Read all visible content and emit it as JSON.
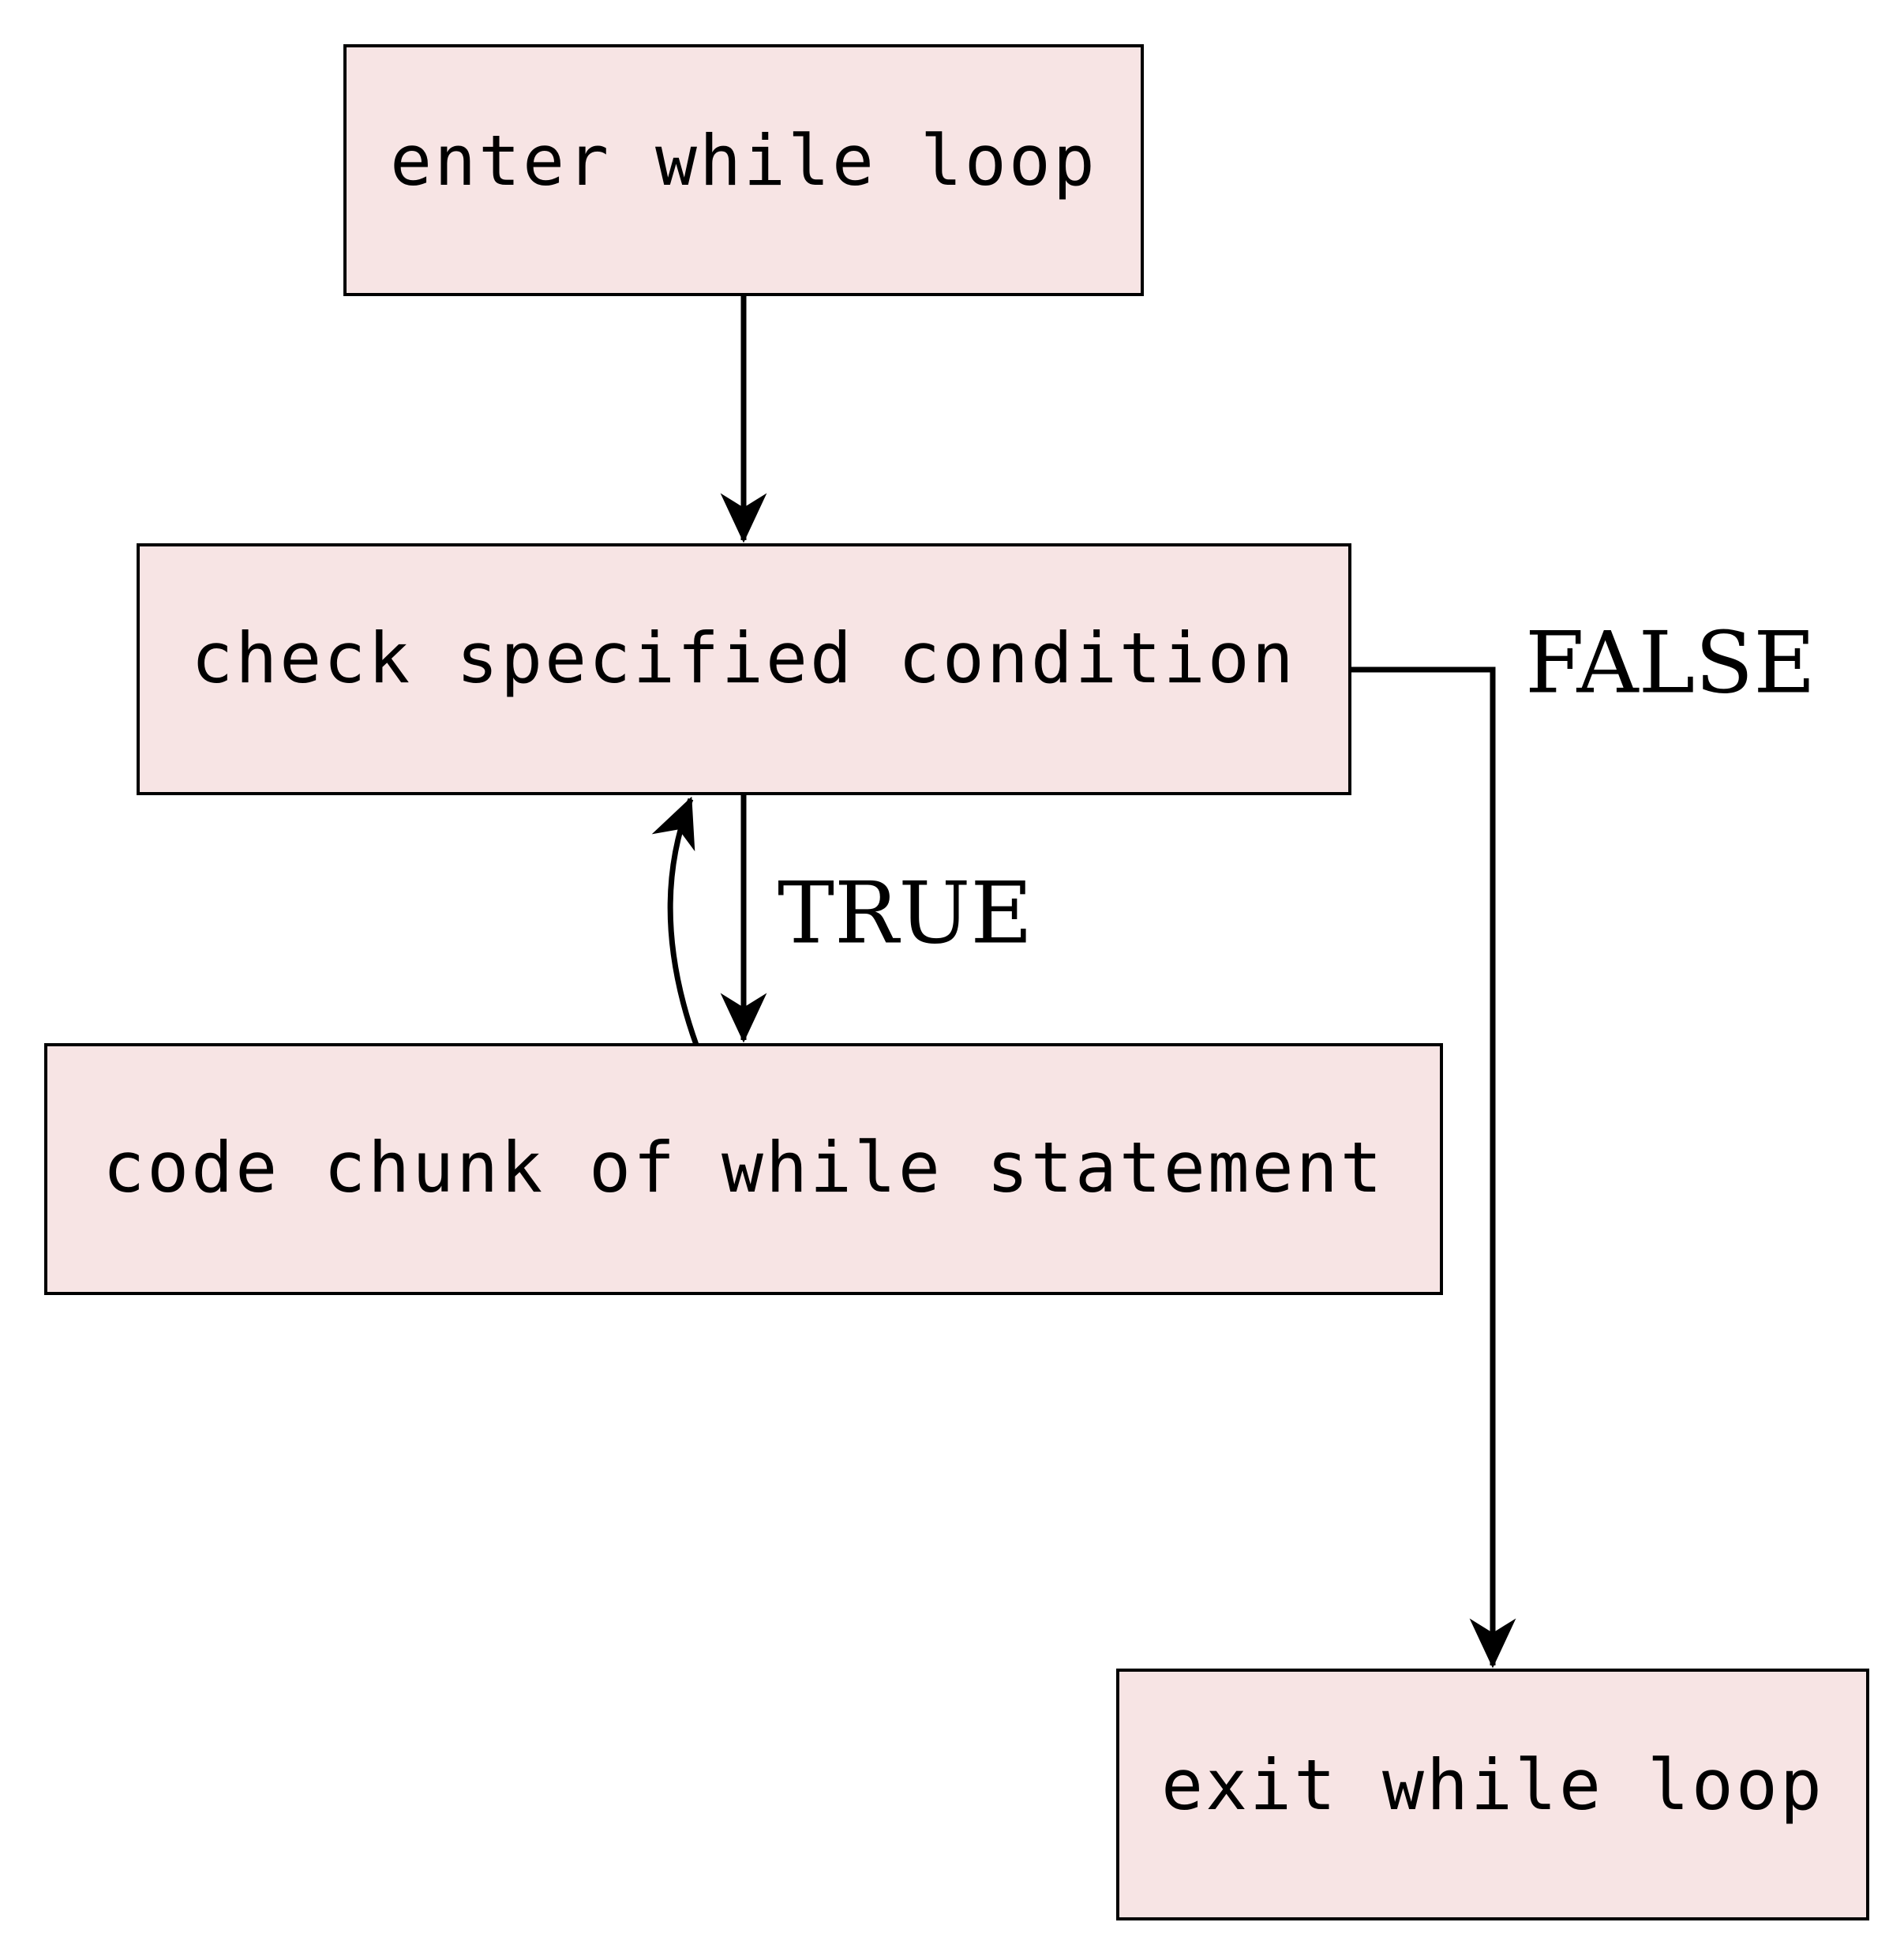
{
  "diagram": {
    "node_fill": "#f7e4e4",
    "nodes": {
      "enter": {
        "label": "enter while loop"
      },
      "check": {
        "label": "check specified condition"
      },
      "code": {
        "label": "code chunk of while statement"
      },
      "exit": {
        "label": "exit while loop"
      }
    },
    "edges": {
      "true_label": "TRUE",
      "false_label": "FALSE"
    }
  }
}
